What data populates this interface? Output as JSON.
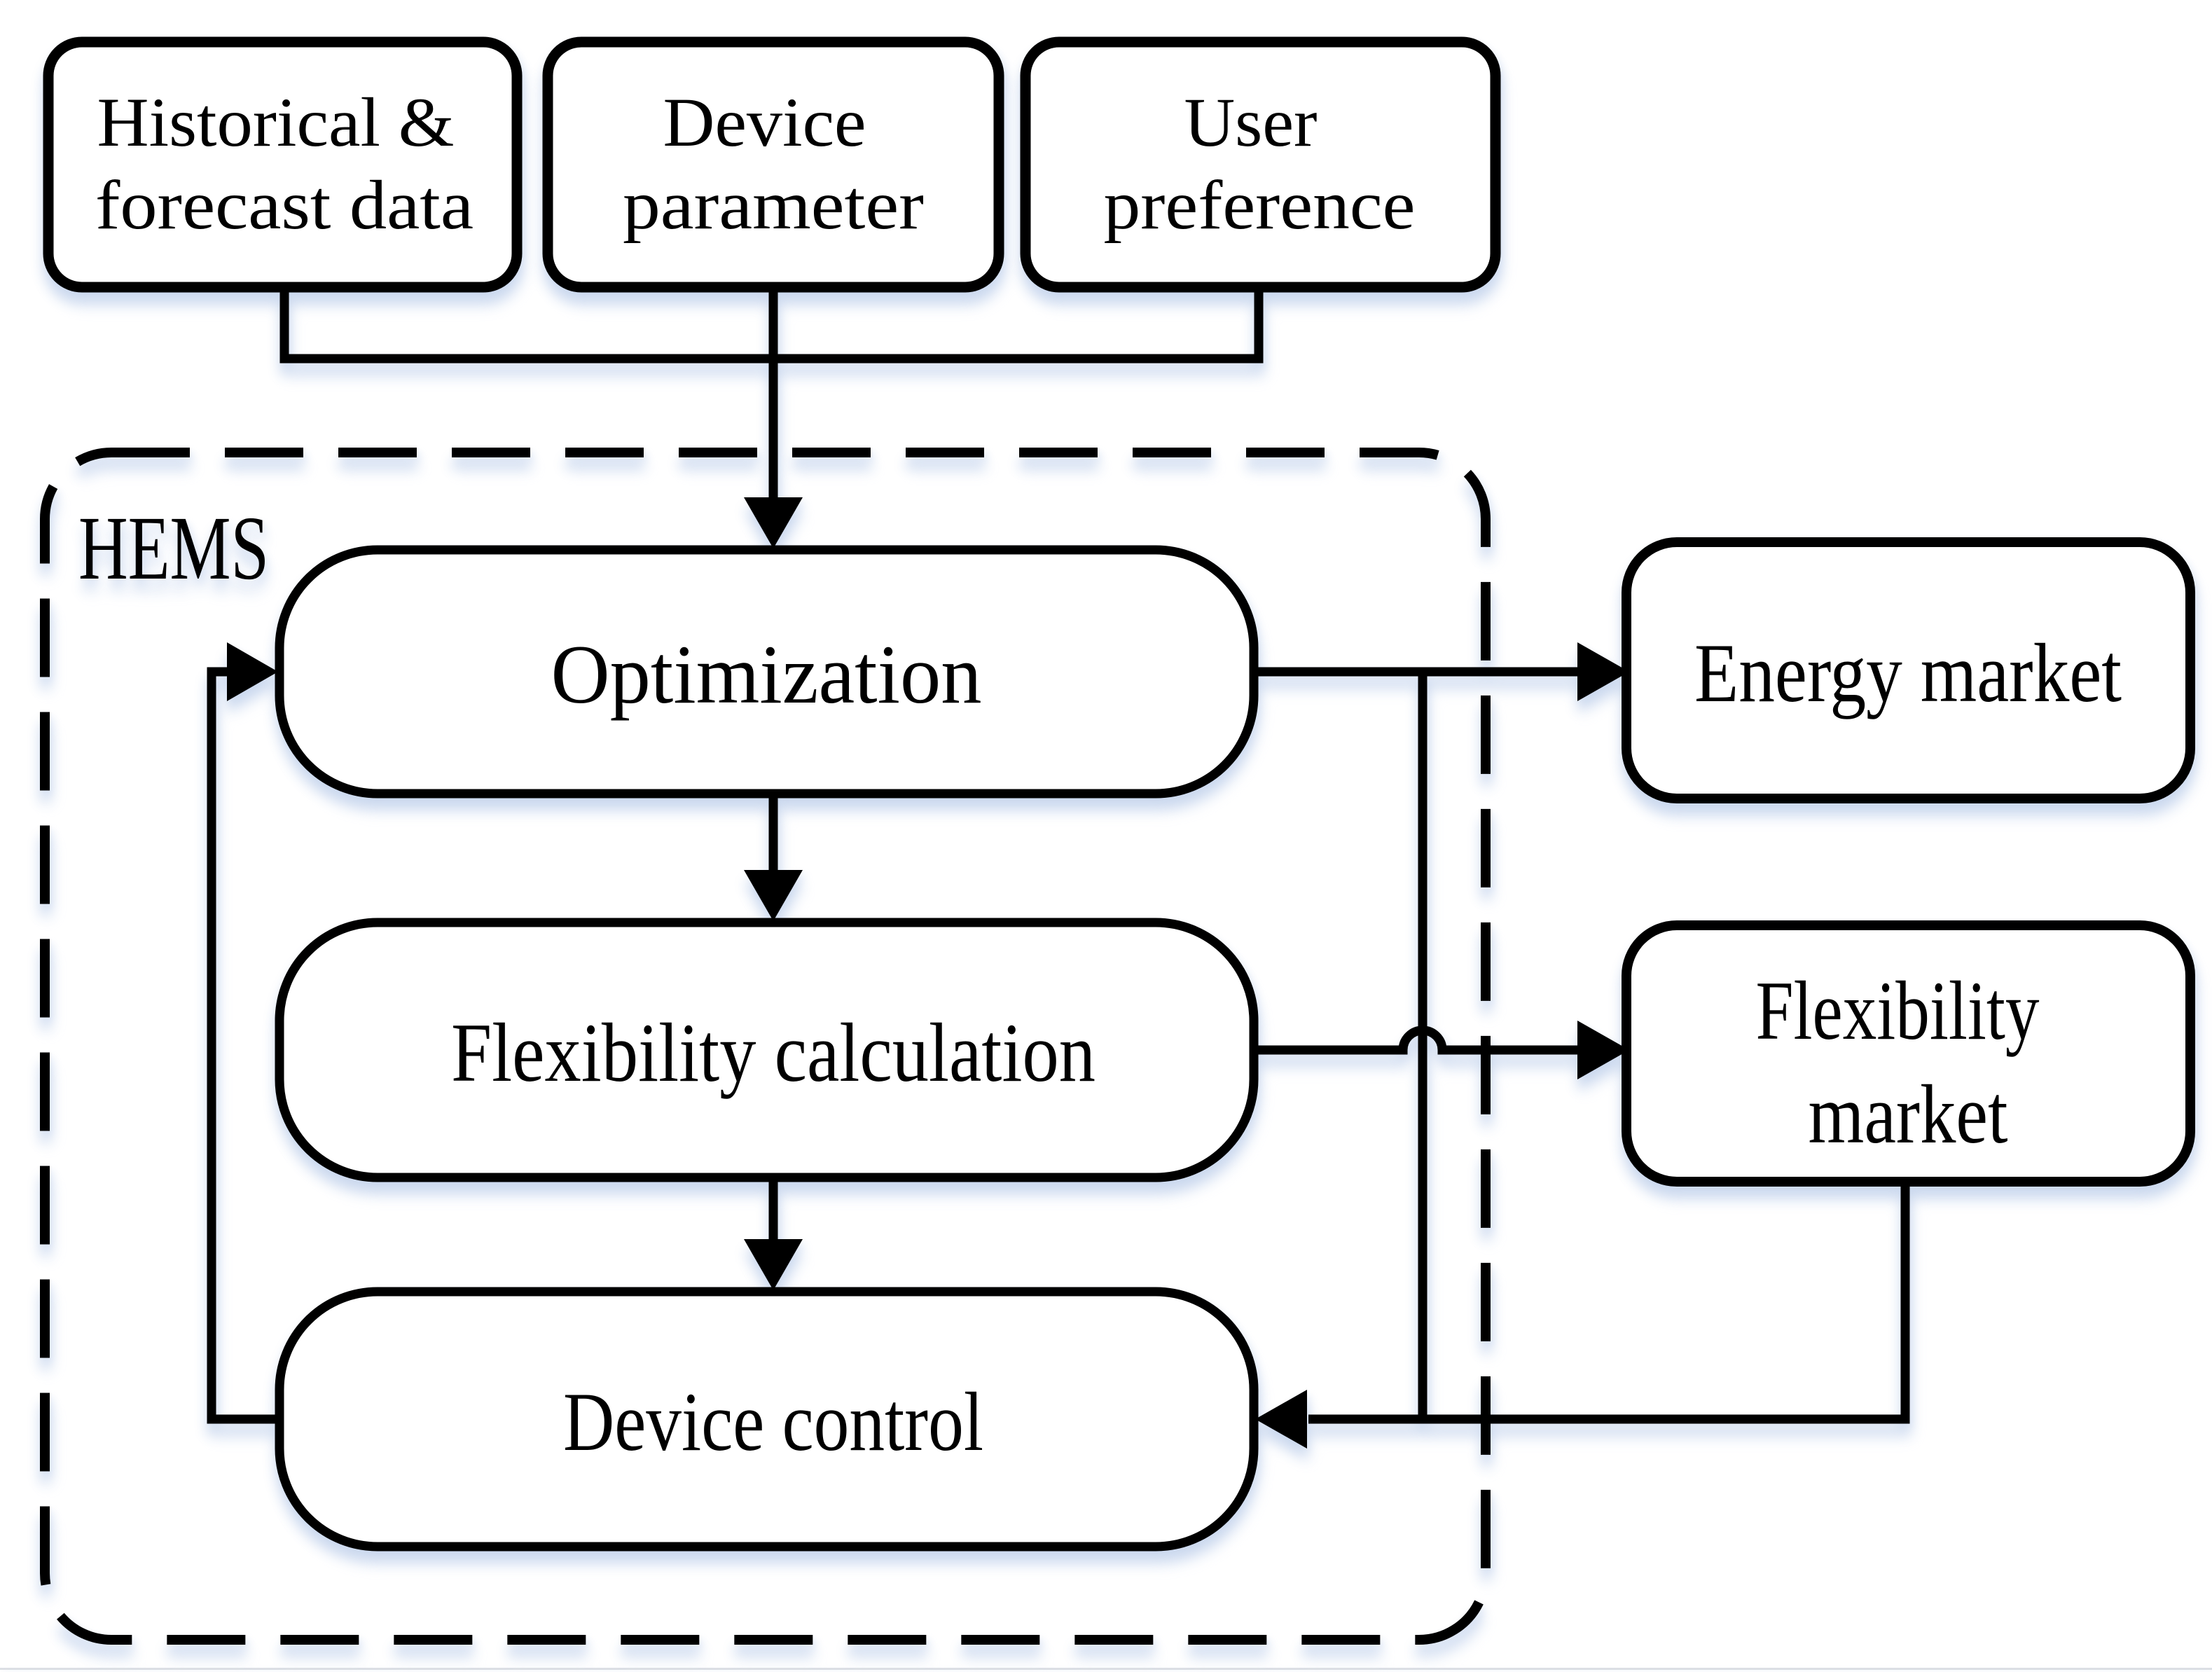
{
  "figure": {
    "type": "flowchart",
    "background": "#ffffff",
    "colors": {
      "stroke": "#000000",
      "node_fill": "#ffffff",
      "text": "#000000",
      "shadow_glow": "#bdcfea",
      "bottom_rule": "#d3d7dd"
    }
  },
  "container": {
    "label": "HEMS",
    "children": [
      "optimization",
      "flexibility_calculation",
      "device_control"
    ]
  },
  "nodes": {
    "historical": {
      "line1": "Historical &",
      "line2": "forecast data"
    },
    "device_parameter": {
      "line1": "Device",
      "line2": "parameter"
    },
    "user_preference": {
      "line1": "User",
      "line2": "preference"
    },
    "optimization": {
      "label": "Optimization"
    },
    "flexibility_calculation": {
      "label": "Flexibility calculation"
    },
    "device_control": {
      "label": "Device control"
    },
    "energy_market": {
      "label": "Energy market"
    },
    "flexibility_market": {
      "line1": "Flexibility",
      "line2": "market"
    }
  },
  "edges": [
    {
      "from": "historical",
      "to": "optimization",
      "kind": "merged-input"
    },
    {
      "from": "device_parameter",
      "to": "optimization",
      "kind": "merged-input"
    },
    {
      "from": "user_preference",
      "to": "optimization",
      "kind": "merged-input"
    },
    {
      "from": "optimization",
      "to": "flexibility_calculation",
      "kind": "arrow"
    },
    {
      "from": "optimization",
      "to": "energy_market",
      "kind": "arrow"
    },
    {
      "from": "optimization",
      "to": "device_control",
      "kind": "branch-line"
    },
    {
      "from": "flexibility_calculation",
      "to": "flexibility_market",
      "kind": "arrow-with-hop"
    },
    {
      "from": "flexibility_calculation",
      "to": "device_control",
      "kind": "arrow"
    },
    {
      "from": "flexibility_market",
      "to": "device_control",
      "kind": "arrow"
    },
    {
      "from": "device_control",
      "to": "optimization",
      "kind": "feedback-arrow"
    }
  ]
}
